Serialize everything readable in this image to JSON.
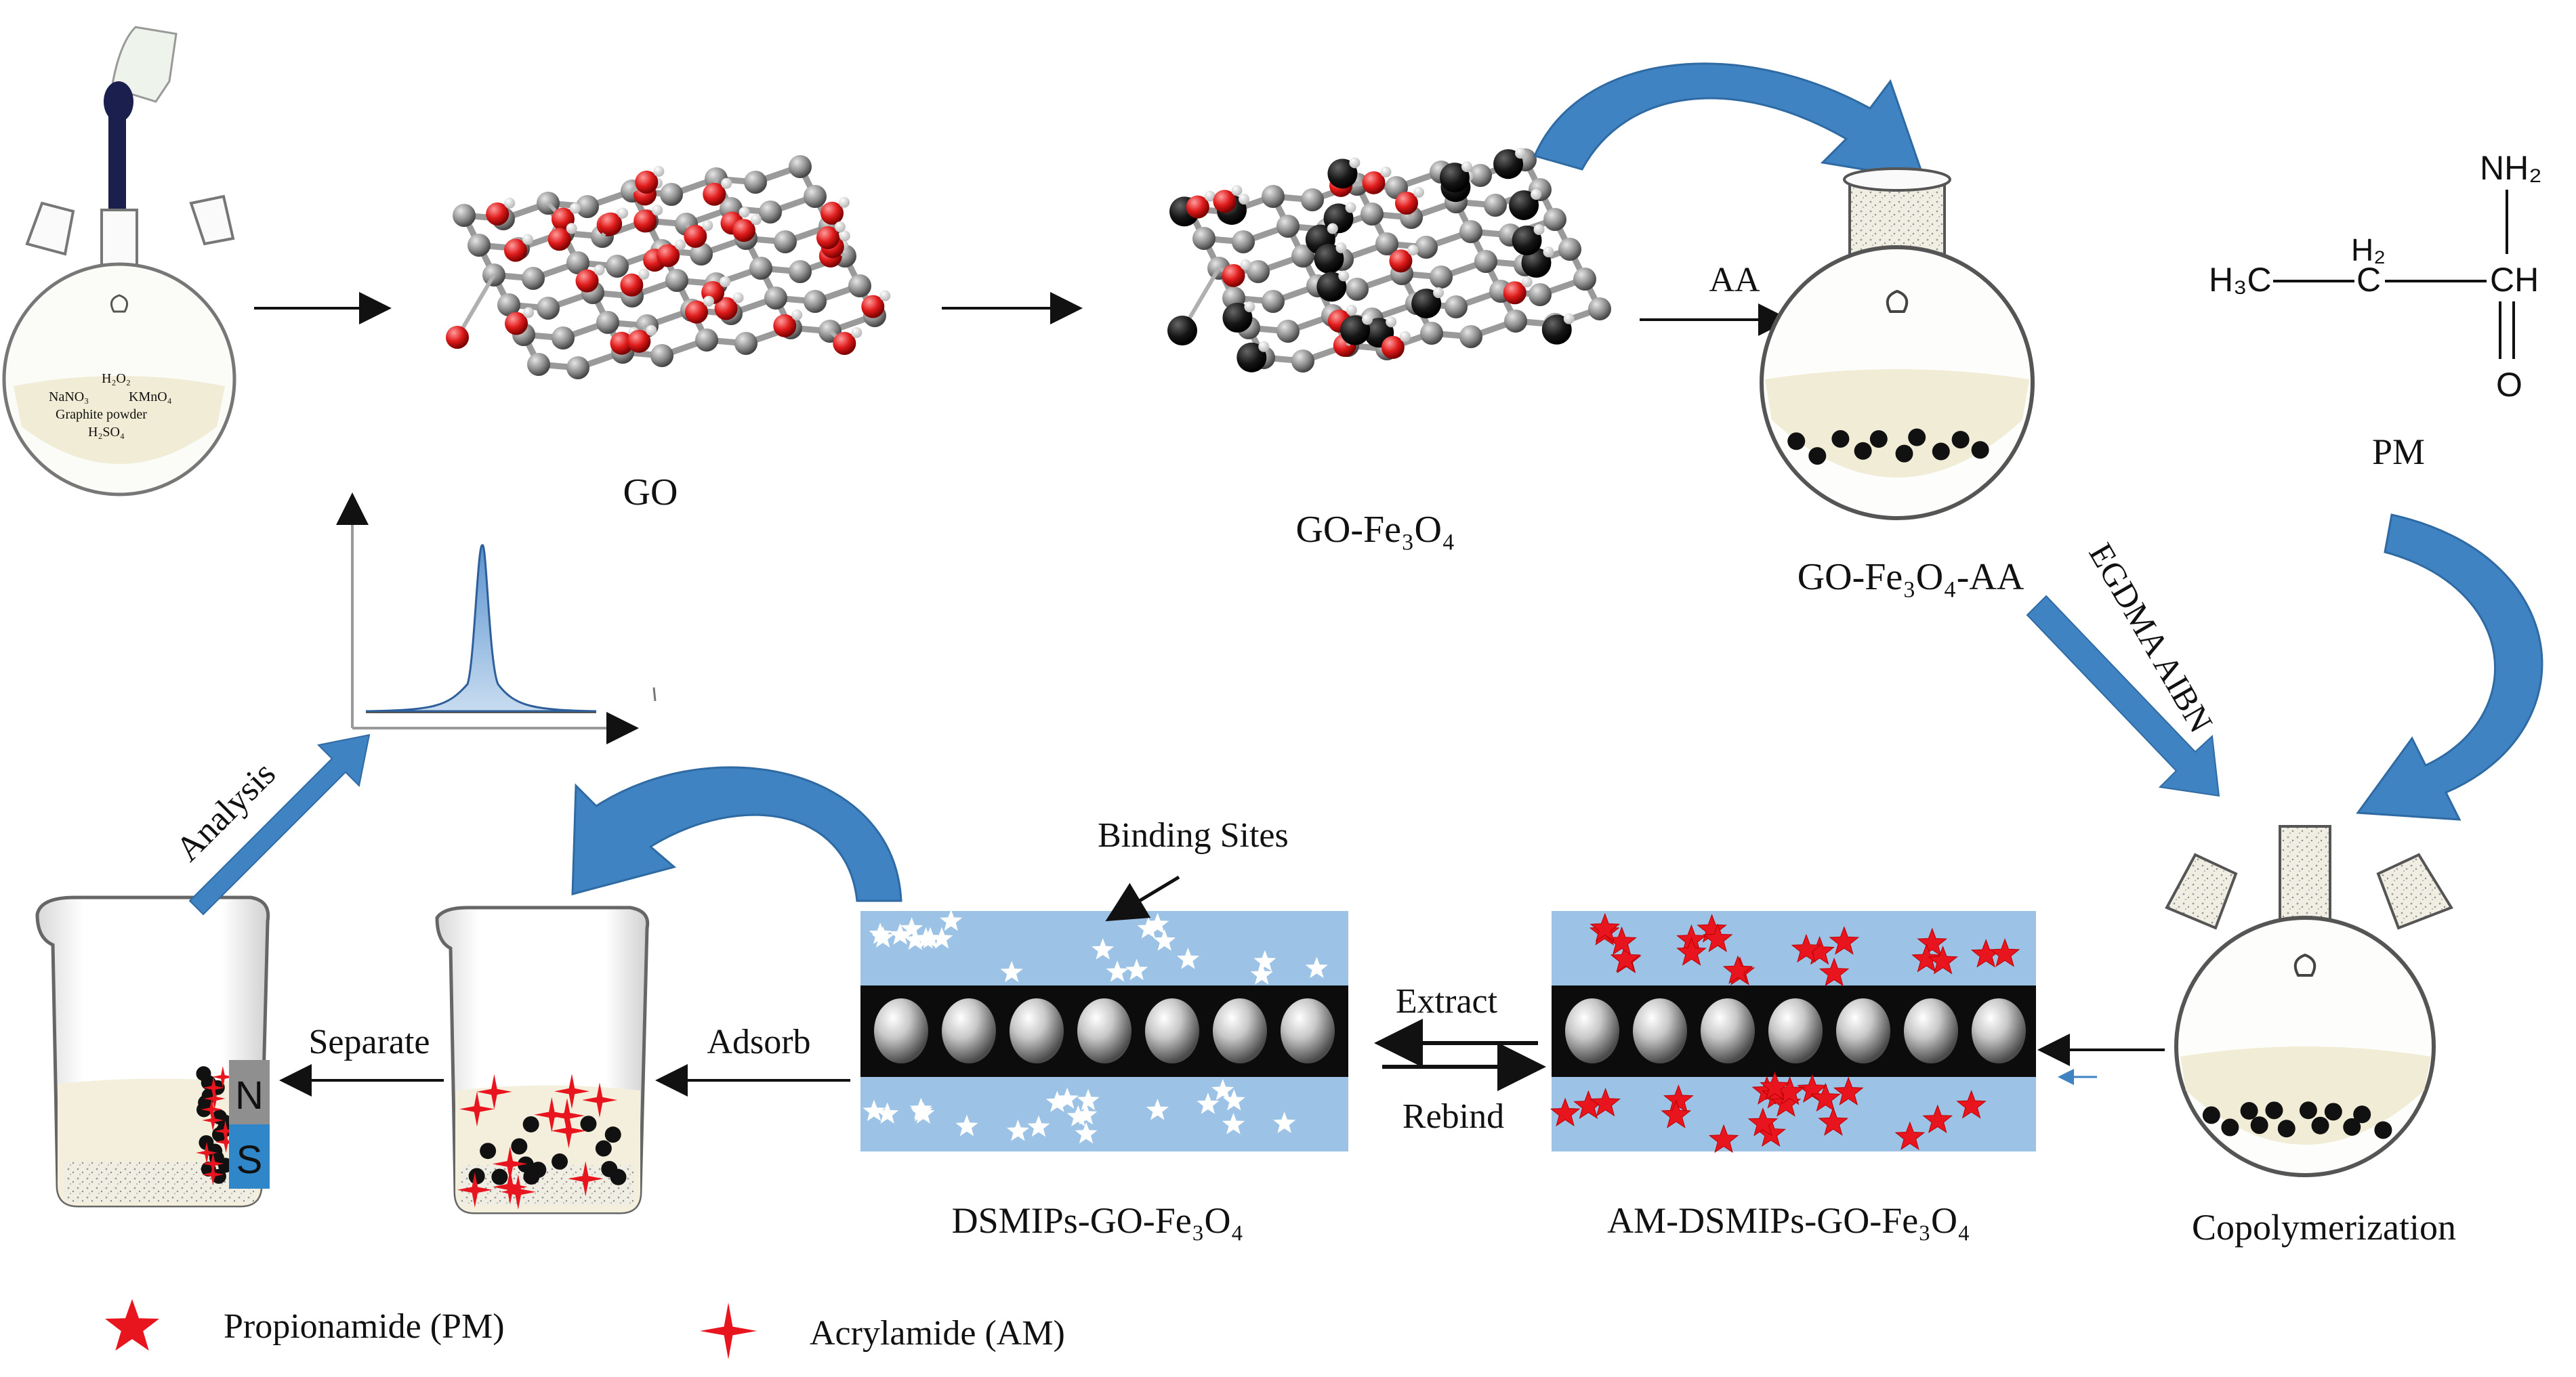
{
  "diagram": {
    "flask_reagents": {
      "h2o2": "H₂O₂",
      "nano3": "NaNO₃",
      "kmno4": "KMnO₄",
      "graphite": "Graphite powder",
      "h2so4": "H₂SO₄"
    },
    "labels": {
      "go": "GO",
      "go_fe3o4": "GO-Fe₃O₄",
      "go_fe3o4_aa": "GO-Fe₃O₄-AA",
      "aa": "AA",
      "pm": "PM",
      "egdma_aibn": "EGDMA AIBN",
      "copolymerization": "Copolymerization",
      "extract": "Extract",
      "rebind": "Rebind",
      "binding_sites": "Binding Sites",
      "am_dsmips": "AM-DSMIPs-GO-Fe₃O₄",
      "dsmips": "DSMIPs-GO-Fe₃O₄",
      "adsorb": "Adsorb",
      "separate": "Separate",
      "analysis": "Analysis",
      "magnet_n": "N",
      "magnet_s": "S"
    },
    "molecule": {
      "ch3": "H₃C",
      "ch2_h2": "H₂",
      "ch2_c": "C",
      "ch": "CH",
      "nh2": "NH₂",
      "o": "O"
    },
    "legend": {
      "pm": "Propionamide (PM)",
      "am": "Acrylamide (AM)"
    },
    "colors": {
      "oxygen": "#e01b1b",
      "carbon": "#8c8c8c",
      "fe3o4": "#111111",
      "polymer": "#9cc3e6",
      "arrow_blue": "#3f83c3",
      "star_red": "#e8141e"
    }
  }
}
